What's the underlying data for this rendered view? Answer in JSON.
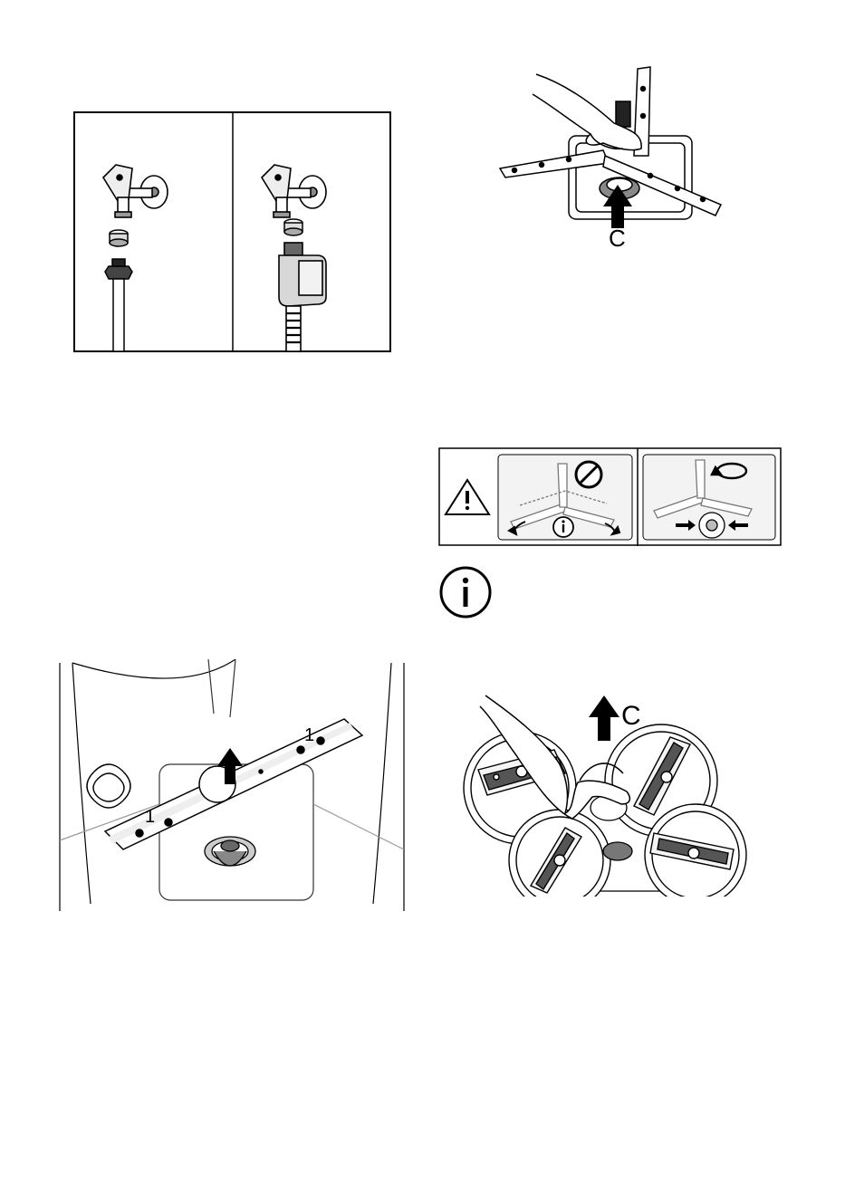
{
  "figures": {
    "spray_arm_top": {
      "label": "C"
    },
    "lower_spray_arm": {
      "label_left": "1",
      "label_right": "1"
    },
    "multi_spray": {
      "label": "C"
    }
  },
  "icons": {
    "warning": "warning-triangle-icon",
    "info": "info-icon",
    "prohibited": "prohibited-icon"
  }
}
